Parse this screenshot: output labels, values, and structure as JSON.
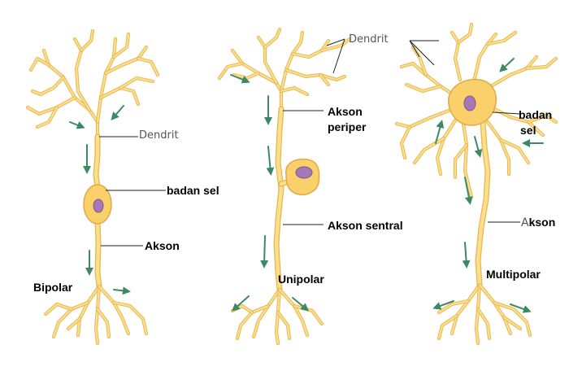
{
  "colors": {
    "nerve_fill": "#fbe08c",
    "nerve_edge": "#e9b654",
    "soma_fill": "#f9d06a",
    "nucleus": "#a678b8",
    "arrow": "#3c8a63",
    "leader_line": "#222222"
  },
  "neurons": [
    {
      "type_label": "Bipolar",
      "labels": {
        "dendrite": "Dendrit",
        "cell_body": "badan sel",
        "axon": "Akson"
      }
    },
    {
      "type_label": "Unipolar",
      "labels": {
        "dendrite": "Dendrit",
        "peripheral_axon_1": "Akson",
        "peripheral_axon_2": "periper",
        "central_axon": "Akson sentral"
      }
    },
    {
      "type_label": "Multipolar",
      "labels": {
        "cell_body_1": "badan",
        "cell_body_2": "sel",
        "axon_prefix": "A",
        "axon_rest": "kson"
      }
    }
  ]
}
